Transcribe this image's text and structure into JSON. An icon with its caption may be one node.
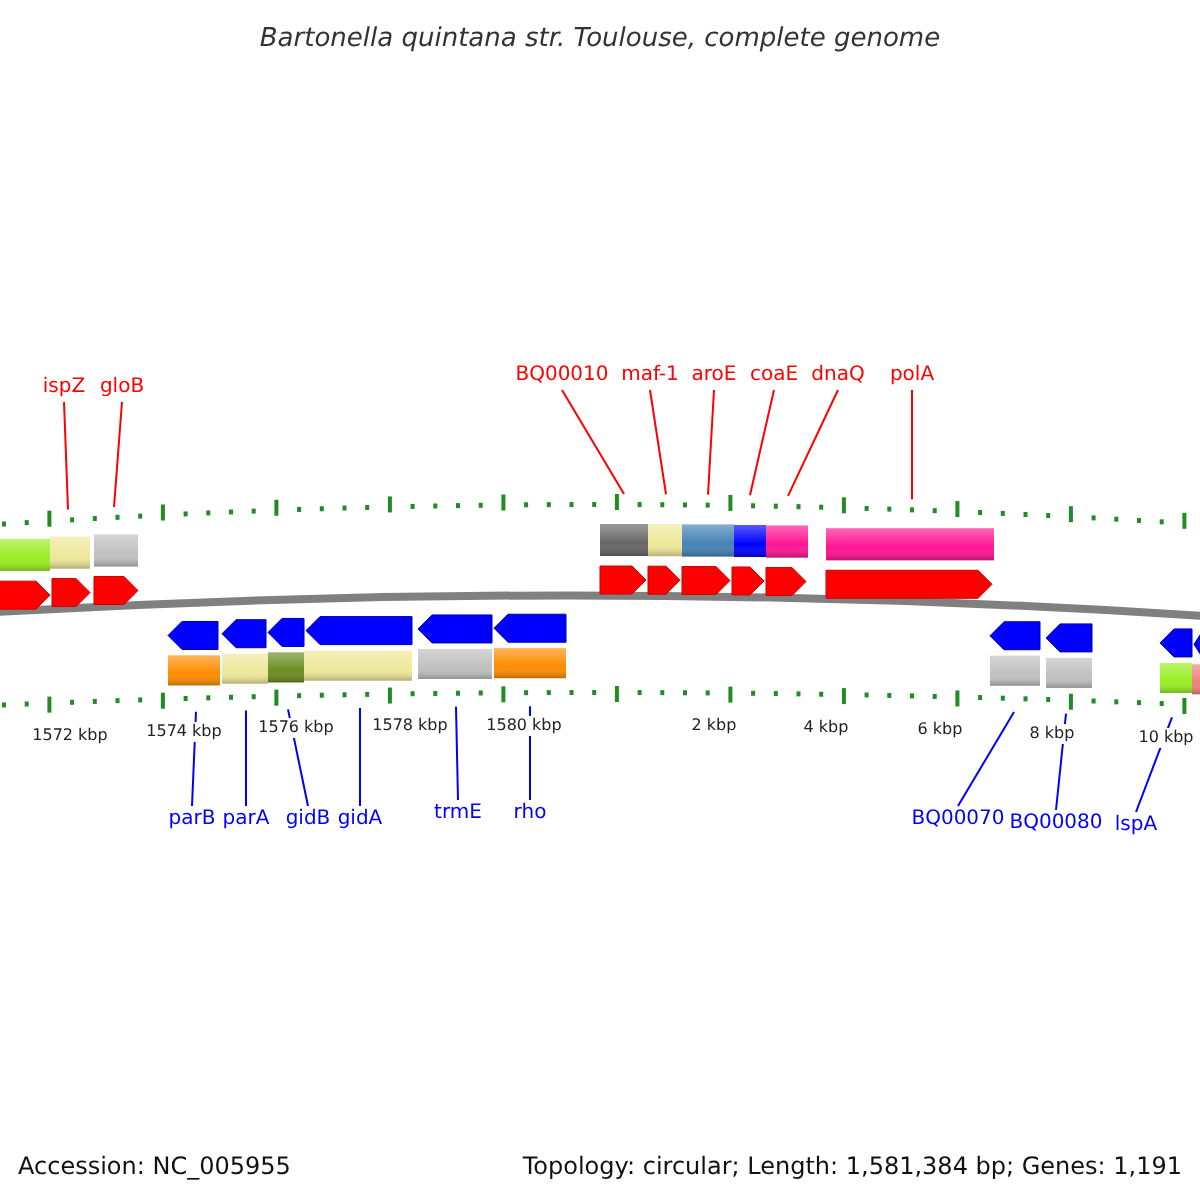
{
  "diagram": {
    "title": "Bartonella quintana str. Toulouse, complete genome",
    "nodes": [
      {
        "text": [
          "ispZ"
        ]
      },
      {
        "text": [
          "gloB"
        ]
      },
      {
        "text": [
          "BQ00010"
        ]
      },
      {
        "text": [
          "maf-1"
        ]
      },
      {
        "text": [
          "aroE"
        ]
      },
      {
        "text": [
          "coaE"
        ]
      },
      {
        "text": [
          "dnaQ"
        ]
      },
      {
        "text": [
          "polA"
        ]
      },
      {
        "text": [
          "parB"
        ]
      },
      {
        "text": [
          "parA"
        ]
      },
      {
        "text": [
          "gidB"
        ]
      },
      {
        "text": [
          "gidA"
        ]
      },
      {
        "text": [
          "trmE"
        ]
      },
      {
        "text": [
          "rho"
        ]
      },
      {
        "text": [
          "BQ00070"
        ]
      },
      {
        "text": [
          "BQ00080"
        ]
      },
      {
        "text": [
          "lspA"
        ]
      },
      {
        "text": [],
        "shape": "bar"
      },
      {
        "text": [],
        "shape": "bar"
      }
    ],
    "edges": [
      {
        "from": 0,
        "to": 17,
        "arrow": "none",
        "color": "#ff0000"
      },
      {
        "from": 1,
        "to": 17,
        "arrow": "none",
        "color": "#ff0000"
      },
      {
        "from": 2,
        "to": 17,
        "arrow": "none",
        "color": "#ff0000"
      },
      {
        "from": 3,
        "to": 17,
        "arrow": "none",
        "color": "#ff0000"
      },
      {
        "from": 4,
        "to": 17,
        "arrow": "none",
        "color": "#ff0000"
      },
      {
        "from": 5,
        "to": 17,
        "arrow": "none",
        "color": "#ff0000"
      },
      {
        "from": 6,
        "to": 17,
        "arrow": "none",
        "color": "#ff0000"
      },
      {
        "from": 7,
        "to": 17,
        "arrow": "none",
        "color": "#ff0000"
      },
      {
        "from": 8,
        "to": 18,
        "arrow": "none"
      },
      {
        "from": 9,
        "to": 18,
        "arrow": "none"
      },
      {
        "from": 10,
        "to": 18,
        "arrow": "none"
      },
      {
        "from": 11,
        "to": 18,
        "arrow": "none"
      },
      {
        "from": 12,
        "to": 18,
        "arrow": "none"
      },
      {
        "from": 13,
        "to": 18,
        "arrow": "none"
      },
      {
        "from": 14,
        "to": 18,
        "arrow": "none"
      },
      {
        "from": 15,
        "to": 18,
        "arrow": "none"
      },
      {
        "from": 16,
        "to": 18,
        "arrow": "none"
      }
    ],
    "labels": [
      "1572 kbp",
      "1574 kbp",
      "1576 kbp",
      "1578 kbp",
      "1580 kbp",
      "2 kbp",
      "4 kbp",
      "6 kbp",
      "8 kbp",
      "10 kbp",
      "Accession: NC_005955",
      "Topology: circular; Length: 1,581,384 bp; Genes: 1,191"
    ]
  }
}
